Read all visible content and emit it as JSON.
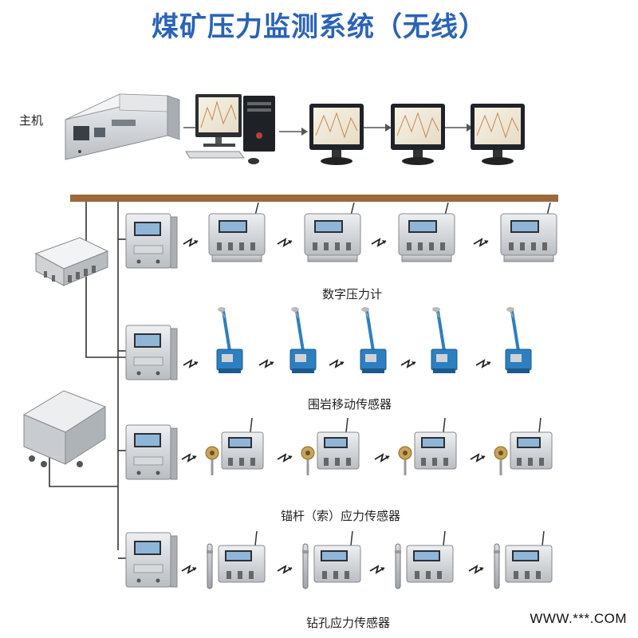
{
  "title": "煤矿压力监测系统（无线）",
  "host_label": "主机",
  "rows": [
    {
      "caption": "数字压力计",
      "sensor_type": "digital-pressure-gauge",
      "count": 4
    },
    {
      "caption": "围岩移动传感器",
      "sensor_type": "rock-movement-sensor",
      "count": 5
    },
    {
      "caption": "锚杆（索）应力传感器",
      "sensor_type": "anchor-stress-sensor",
      "count": 4
    },
    {
      "caption": "钻孔应力传感器",
      "sensor_type": "borehole-stress-sensor",
      "count": 4
    }
  ],
  "colors": {
    "title": "#2a63b8",
    "trunk_bus": "#9a6a3a",
    "wire": "#333333",
    "device_metal": "#cfd3d6",
    "screen_blue": "#8fb6d8",
    "sensor_blue": "#2d7fc0"
  },
  "watermark": "WWW.***.COM"
}
